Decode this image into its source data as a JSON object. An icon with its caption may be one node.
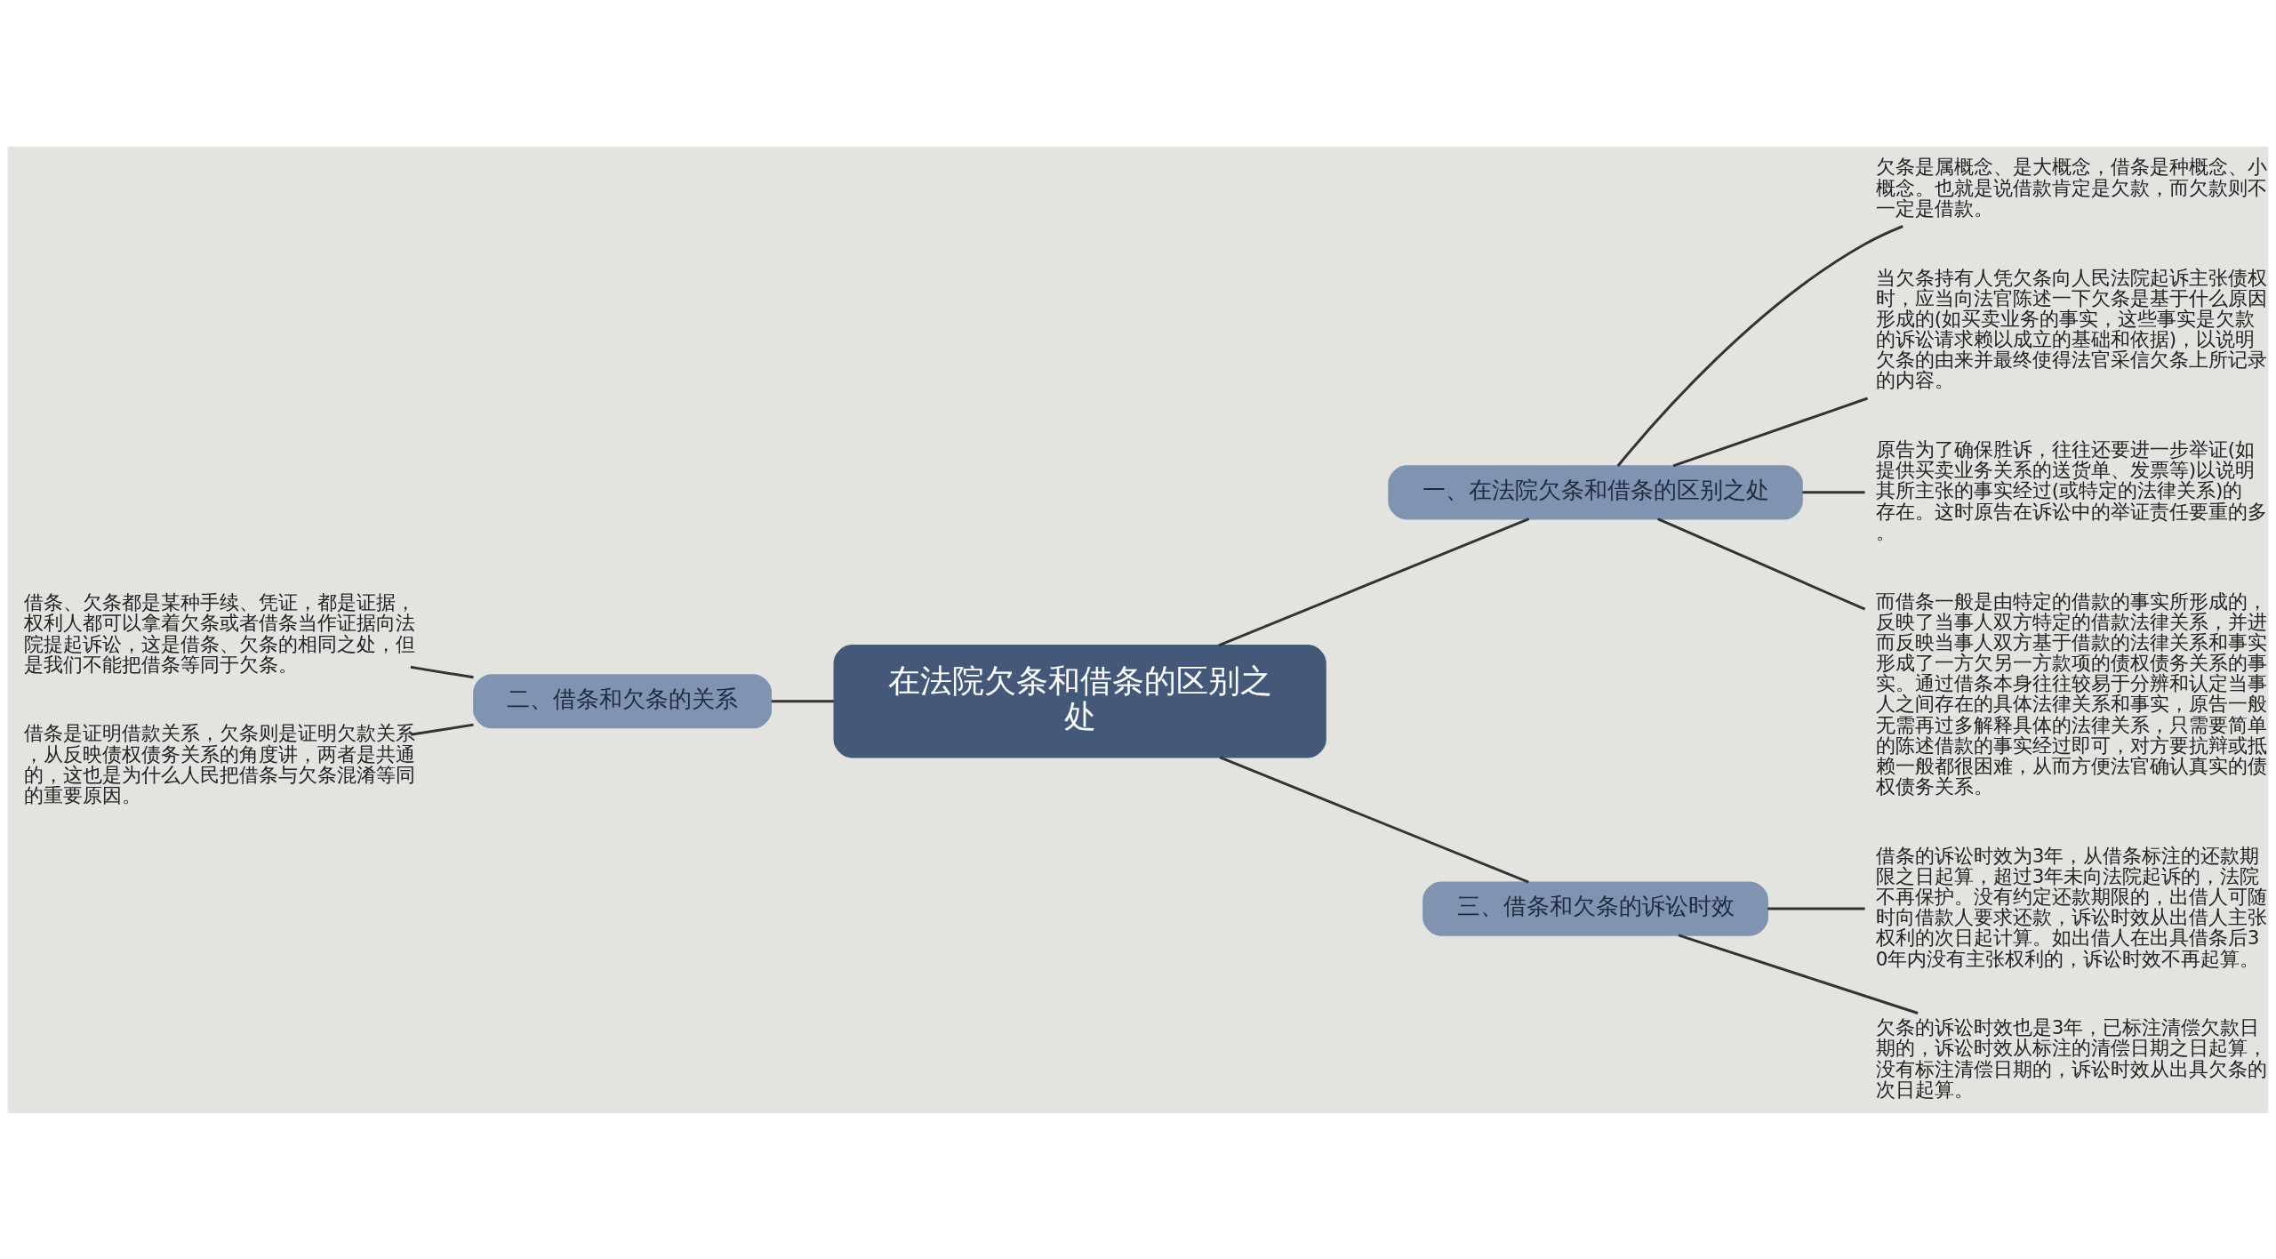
{
  "diagram": {
    "nodes": [
      {
        "text": [
          "在法院欠条和借条的区别之处"
        ]
      },
      {
        "text": [
          "一、在法院欠条和借条的区别之处"
        ]
      },
      {
        "text": [
          "欠条是属概念、是大概念，借条是种概念、小概念。也就是说借款肯定是欠款，而欠款则不一定是借款。"
        ]
      },
      {
        "text": [
          "当欠条持有人凭欠条向人民法院起诉主张债权时，应当向法官陈述一下欠条是基于什么原因形成的(如买卖业务的事实，这些事实是欠款的诉讼请求赖以成立的基础和依据)，以说明欠条的由来并最终使得法官采信欠条上所记录的内容。"
        ]
      },
      {
        "text": [
          "原告为了确保胜诉，往往还要进一步举证(如提供买卖业务关系的送货单、发票等)以说明其所主张的事实经过(或特定的法律关系)的存在。这时原告在诉讼中的举证责任要重的多。"
        ]
      },
      {
        "text": [
          "而借条一般是由特定的借款的事实所形成的，反映了当事人双方特定的借款法律关系，并进而反映当事人双方基于借款的法律关系和事实形成了一方欠另一方款项的债权债务关系的事实。通过借条本身往往较易于分辨和认定当事人之间存在的具体法律关系和事实，原告一般无需再过多解释具体的法律关系，只需要简单的陈述借款的事实经过即可，对方要抗辩或抵赖一般都很困难，从而方便法官确认真实的债权债务关系。"
        ]
      },
      {
        "text": [
          "二、借条和欠条的关系"
        ]
      },
      {
        "text": [
          "借条、欠条都是某种手续、凭证，都是证据，权利人都可以拿着欠条或者借条当作证据向法院提起诉讼，这是借条、欠条的相同之处，但是我们不能把借条等同于欠条。"
        ]
      },
      {
        "text": [
          "借条是证明借款关系，欠条则是证明欠款关系，从反映债权债务关系的角度讲，两者是共通的，这也是为什么人民把借条与欠条混淆等同的重要原因。"
        ]
      },
      {
        "text": [
          "三、借条和欠条的诉讼时效"
        ]
      },
      {
        "text": [
          "借条的诉讼时效为3年，从借条标注的还款期限之日起算，超过3年未向法院起诉的，法院不再保护。没有约定还款期限的，出借人可随时向借款人要求还款，诉讼时效从出借人主张权利的次日起计算。如出借人在出具借条后30年内没有主张权利的，诉讼时效不再起算。"
        ]
      },
      {
        "text": [
          "欠条的诉讼时效也是3年，已标注清偿欠款日期的，诉讼时效从标注的清偿日期之日起算，没有标注清偿日期的，诉讼时效从出具欠条的次日起算。"
        ]
      }
    ],
    "edges": [
      {
        "from": 0,
        "to": 1,
        "arrow": "none"
      },
      {
        "from": 1,
        "to": 2,
        "arrow": "none"
      },
      {
        "from": 1,
        "to": 3,
        "arrow": "none"
      },
      {
        "from": 1,
        "to": 4,
        "arrow": "none"
      },
      {
        "from": 1,
        "to": 5,
        "arrow": "none"
      },
      {
        "from": 0,
        "to": 6,
        "arrow": "none"
      },
      {
        "from": 6,
        "to": 7,
        "arrow": "none"
      },
      {
        "from": 6,
        "to": 8,
        "arrow": "none"
      },
      {
        "from": 0,
        "to": 9,
        "arrow": "none"
      },
      {
        "from": 9,
        "to": 10,
        "arrow": "none"
      },
      {
        "from": 9,
        "to": 11,
        "arrow": "none"
      }
    ]
  }
}
